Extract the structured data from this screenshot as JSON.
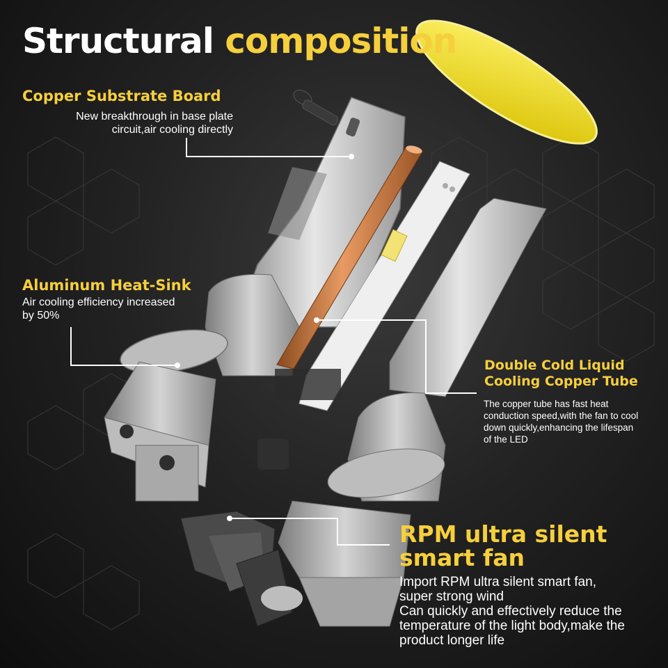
{
  "title": {
    "part1": "Structural",
    "part2": "composition"
  },
  "callouts": {
    "copper_board": {
      "heading": "Copper Substrate Board",
      "lines": [
        "New breakthrough in base plate",
        "circuit,air cooling directly"
      ]
    },
    "heat_sink": {
      "heading": "Aluminum Heat-Sink",
      "lines": [
        "Air cooling efficiency increased",
        "by 50%"
      ]
    },
    "copper_tube": {
      "heading_lines": [
        "Double Cold Liquid",
        "Cooling Copper Tube"
      ],
      "lines": [
        "The copper tube has fast heat",
        "conduction speed,with the fan to cool",
        "down quickly,enhancing the lifespan",
        "of the LED"
      ]
    },
    "fan": {
      "heading_lines": [
        "RPM ultra silent",
        "smart fan"
      ],
      "lines": [
        "Import RPM ultra silent smart fan,",
        "super strong wind",
        "Can quickly and effectively reduce the",
        "temperature of the light body,make the",
        "product longer life"
      ]
    }
  },
  "colors": {
    "accent": "#f6cf3d",
    "copper": "#c8733a",
    "aluminum": "#c9c9c9",
    "background": "#1e1e1e"
  }
}
